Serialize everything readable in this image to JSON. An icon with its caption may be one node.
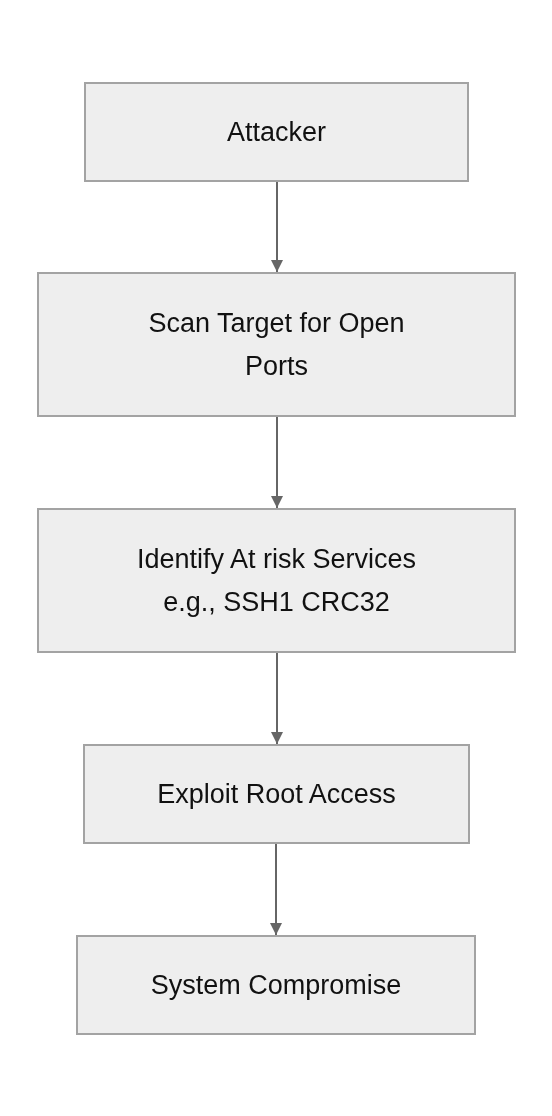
{
  "diagram": {
    "nodes": [
      {
        "text": [
          "Attacker"
        ]
      },
      {
        "text": [
          "Scan Target for Open Ports"
        ]
      },
      {
        "text": [
          "Identify At risk Services e.g., SSH1 CRC32"
        ]
      },
      {
        "text": [
          "Exploit Root Access"
        ]
      },
      {
        "text": [
          "System Compromise"
        ]
      }
    ],
    "edges": [
      {
        "from": 0,
        "to": 1,
        "arrow": "to"
      },
      {
        "from": 1,
        "to": 2,
        "arrow": "to"
      },
      {
        "from": 2,
        "to": 3,
        "arrow": "to"
      },
      {
        "from": 3,
        "to": 4,
        "arrow": "to"
      }
    ]
  }
}
